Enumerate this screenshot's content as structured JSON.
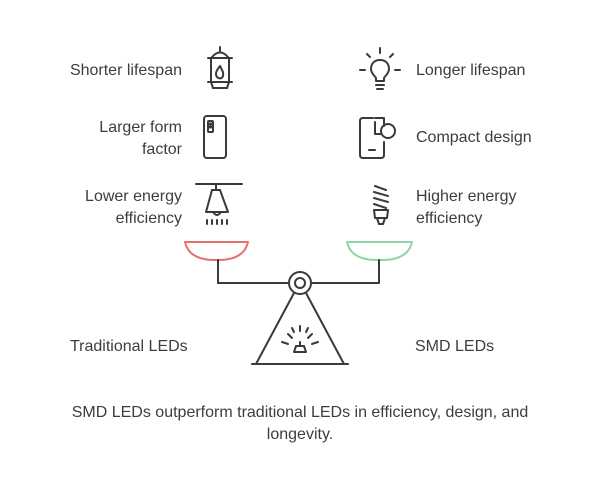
{
  "left": {
    "items": [
      {
        "line1": "Shorter lifespan",
        "line2": ""
      },
      {
        "line1": "Larger form",
        "line2": "factor"
      },
      {
        "line1": "Lower energy",
        "line2": "efficiency"
      }
    ],
    "side_label": "Traditional LEDs",
    "pan_color": "#e8706b"
  },
  "right": {
    "items": [
      {
        "line1": "Longer lifespan",
        "line2": ""
      },
      {
        "line1": "Compact design",
        "line2": ""
      },
      {
        "line1": "Higher energy",
        "line2": "efficiency"
      }
    ],
    "side_label": "SMD LEDs",
    "pan_color": "#8fd5a6"
  },
  "caption": {
    "line1": "SMD LEDs outperform traditional LEDs in efficiency, design, and",
    "line2": "longevity."
  },
  "colors": {
    "stroke": "#3a3a3a"
  }
}
